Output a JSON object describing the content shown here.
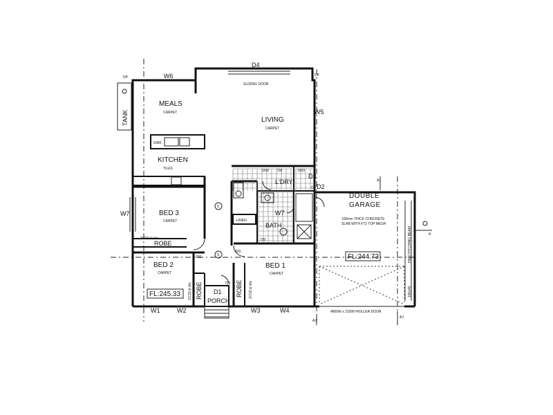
{
  "rooms": {
    "meals": "MEALS",
    "meals_finish": "CARPET",
    "living": "LIVING",
    "living_finish": "CARPET",
    "kitchen": "KITCHEN",
    "kitchen_finish": "TILES",
    "bed3": "BED 3",
    "bed3_finish": "CARPET",
    "bed2": "BED 2",
    "bed2_finish": "CARPET",
    "bed1": "BED 1",
    "bed1_finish": "CARPET",
    "laundry": "L'DRY",
    "bath": "BATH",
    "linen": "LINEN",
    "robe": "ROBE",
    "porch": "PORCH",
    "garage_line1": "DOUBLE",
    "garage_line2": "GARAGE"
  },
  "labels": {
    "tank": "TANK",
    "sink": "SINK",
    "sliding_door": "SLIDING DOOR",
    "robe_shelves_1": "2/720 sl drs",
    "robe_shelves_2": "2/720 sl drs",
    "robe_shelves_3": "2/720 sl drs",
    "slab_line1": "100mm THICK CONCRETE",
    "slab_line2": "SLAB WITH F72 TOP MESH",
    "roller_door": "4800W x 2100H ROLLER DOOR",
    "pitching_beam": "HWD PITCHING BEAM",
    "beam_size": "190x45",
    "dp1": "DP",
    "dp2": "DP",
    "dp3": "DP",
    "aj1": "AJ",
    "aj2": "AJ",
    "aj3": "AJ",
    "a_marker": "A"
  },
  "levels": {
    "house": "FL:245.33",
    "garage": "FL:244.73"
  },
  "openings": {
    "d1": "D1",
    "d2": "D2",
    "d3": "D3",
    "d4": "D4",
    "w1": "W1",
    "w2": "W2",
    "w3": "W3",
    "w4": "W4",
    "w5": "W5",
    "w6": "W6",
    "w7a": "W7",
    "w7b": "W7"
  },
  "dims": {
    "d1": "820",
    "d2": "820",
    "d3": "720",
    "d4": "720",
    "d5": "720",
    "d6": "1500",
    "d7": "1500"
  },
  "markers": {
    "smoke1": "S",
    "smoke2": "S"
  }
}
